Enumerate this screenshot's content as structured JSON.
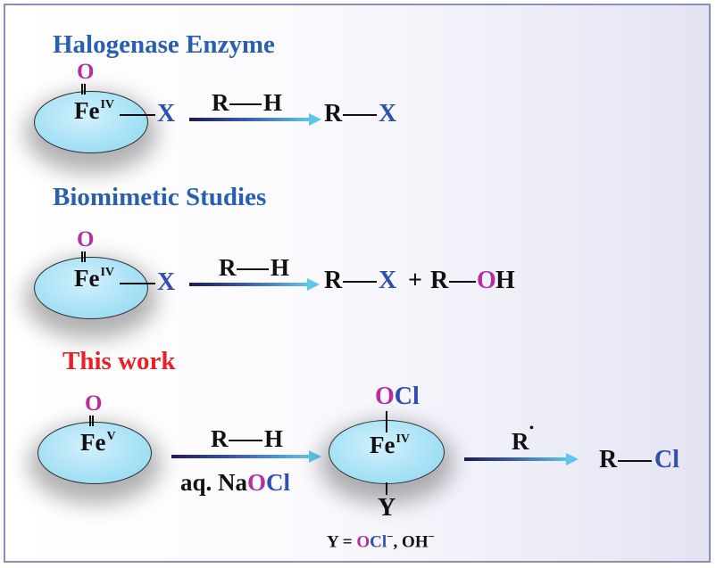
{
  "sections": {
    "halogenase_title": "Halogenase Enzyme",
    "biomimetic_title": "Biomimetic Studies",
    "this_work_title": "This work"
  },
  "halogenase": {
    "oxo": "O",
    "iron": "Fe",
    "iron_ox": "IV",
    "ligand": "X",
    "reagent_r": "R",
    "reagent_h": "H",
    "product_r": "R",
    "product_x": "X"
  },
  "biomimetic": {
    "oxo": "O",
    "iron": "Fe",
    "iron_ox": "IV",
    "ligand": "X",
    "reagent_r": "R",
    "reagent_h": "H",
    "product1_r": "R",
    "product1_x": "X",
    "plus": "+",
    "product2_r": "R",
    "product2_o": "O",
    "product2_h": "H"
  },
  "this_work": {
    "oxo": "O",
    "iron": "Fe",
    "iron_ox": "V",
    "reagent_r": "R",
    "reagent_h": "H",
    "cond_prefix": "aq. Na",
    "cond_o": "O",
    "cond_cl": "Cl",
    "int_top_o": "O",
    "int_top_cl": "Cl",
    "int_iron": "Fe",
    "int_iron_ox": "IV",
    "int_axial": "Y",
    "radical_r": "R",
    "radical_dot": "•",
    "product_r": "R",
    "product_cl": "Cl",
    "y_def_prefix": "Y = ",
    "y_def_o": "O",
    "y_def_cl": "Cl",
    "y_def_charge1": "−",
    "y_def_sep": ", OH",
    "y_def_charge2": "−"
  },
  "colors": {
    "title_blue": "#2a5fb0",
    "title_red": "#e8202a",
    "oxygen_magenta": "#b42fa0",
    "halogen_blue": "#2f4fae",
    "ellipse_fill": "#a9e2f6"
  }
}
